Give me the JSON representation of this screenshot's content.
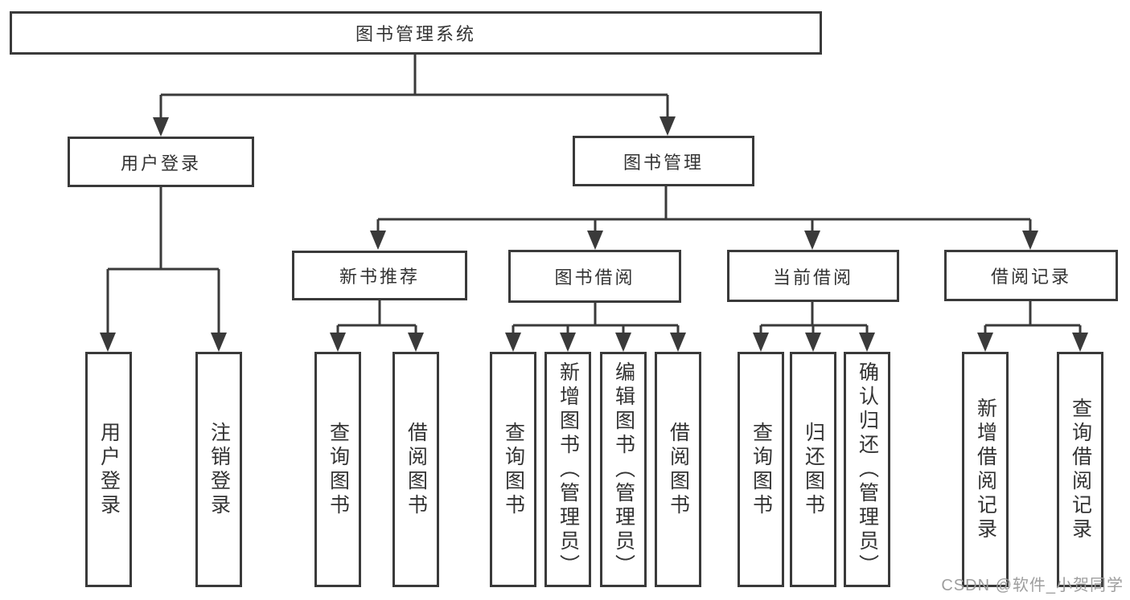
{
  "diagram": {
    "root": {
      "label": "图书管理系统"
    },
    "level2": [
      {
        "id": "user-login",
        "label": "用户登录"
      },
      {
        "id": "book-management",
        "label": "图书管理"
      }
    ],
    "level3": [
      {
        "id": "new-book-recommend",
        "parent": "图书管理",
        "label": "新书推荐"
      },
      {
        "id": "book-borrow",
        "parent": "图书管理",
        "label": "图书借阅"
      },
      {
        "id": "current-borrow",
        "parent": "图书管理",
        "label": "当前借阅"
      },
      {
        "id": "borrow-records",
        "parent": "图书管理",
        "label": "借阅记录"
      }
    ],
    "leaves": [
      {
        "parent": "用户登录",
        "label": "用户登录"
      },
      {
        "parent": "用户登录",
        "label": "注销登录"
      },
      {
        "parent": "新书推荐",
        "label": "查询图书"
      },
      {
        "parent": "新书推荐",
        "label": "借阅图书"
      },
      {
        "parent": "图书借阅",
        "label": "查询图书"
      },
      {
        "parent": "图书借阅",
        "label": "新增图书（管理员）"
      },
      {
        "parent": "图书借阅",
        "label": "编辑图书（管理员）"
      },
      {
        "parent": "图书借阅",
        "label": "借阅图书"
      },
      {
        "parent": "当前借阅",
        "label": "查询图书"
      },
      {
        "parent": "当前借阅",
        "label": "归还图书"
      },
      {
        "parent": "当前借阅",
        "label": "确认归还（管理员）"
      },
      {
        "parent": "借阅记录",
        "label": "新增借阅记录"
      },
      {
        "parent": "借阅记录",
        "label": "查询借阅记录"
      }
    ],
    "watermark": "CSDN @软件_小贺同学",
    "colors": {
      "line": "#3a3a3a",
      "text": "#333333",
      "watermark": "#9e9e9e",
      "background": "#ffffff"
    }
  }
}
